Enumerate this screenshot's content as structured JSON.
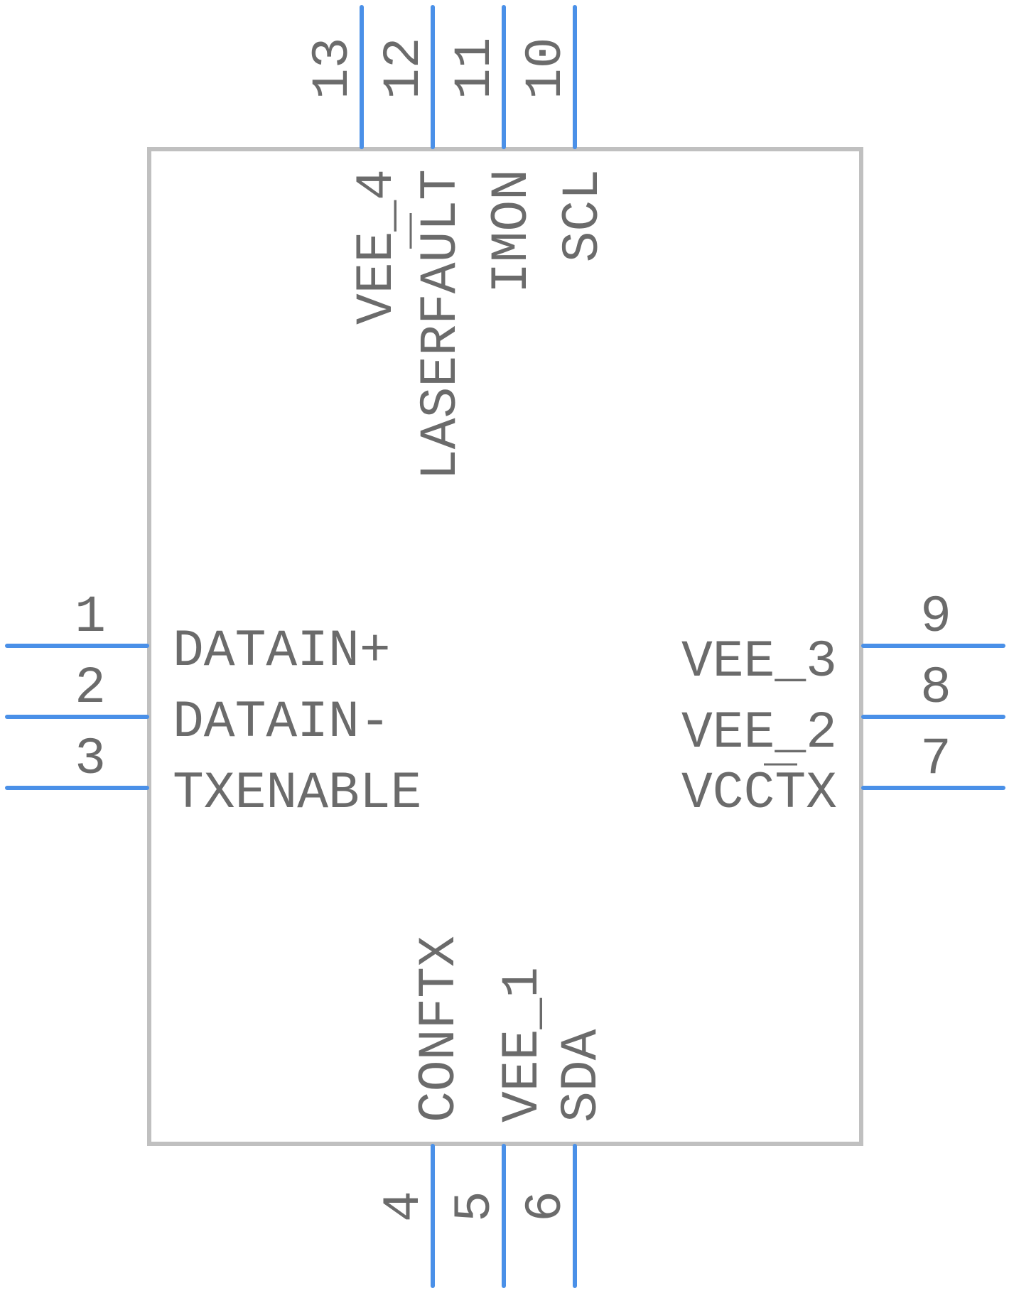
{
  "component": {
    "pins_left": [
      {
        "number": "1",
        "name": "DATAIN+"
      },
      {
        "number": "2",
        "name": "DATAIN-"
      },
      {
        "number": "3",
        "name": "TXENABLE"
      }
    ],
    "pins_right": [
      {
        "number": "9",
        "name": "VEE_3"
      },
      {
        "number": "8",
        "name": "VEE_2"
      },
      {
        "number": "7",
        "name": "VCCTX"
      }
    ],
    "pins_top": [
      {
        "number": "13",
        "name": "VEE_4"
      },
      {
        "number": "12",
        "name": "LASERFAULT"
      },
      {
        "number": "11",
        "name": "IMON"
      },
      {
        "number": "10",
        "name": "SCL"
      }
    ],
    "pins_bottom": [
      {
        "number": "4",
        "name": "CONFTX"
      },
      {
        "number": "5",
        "name": "VEE_1"
      },
      {
        "number": "6",
        "name": "SDA"
      }
    ]
  }
}
